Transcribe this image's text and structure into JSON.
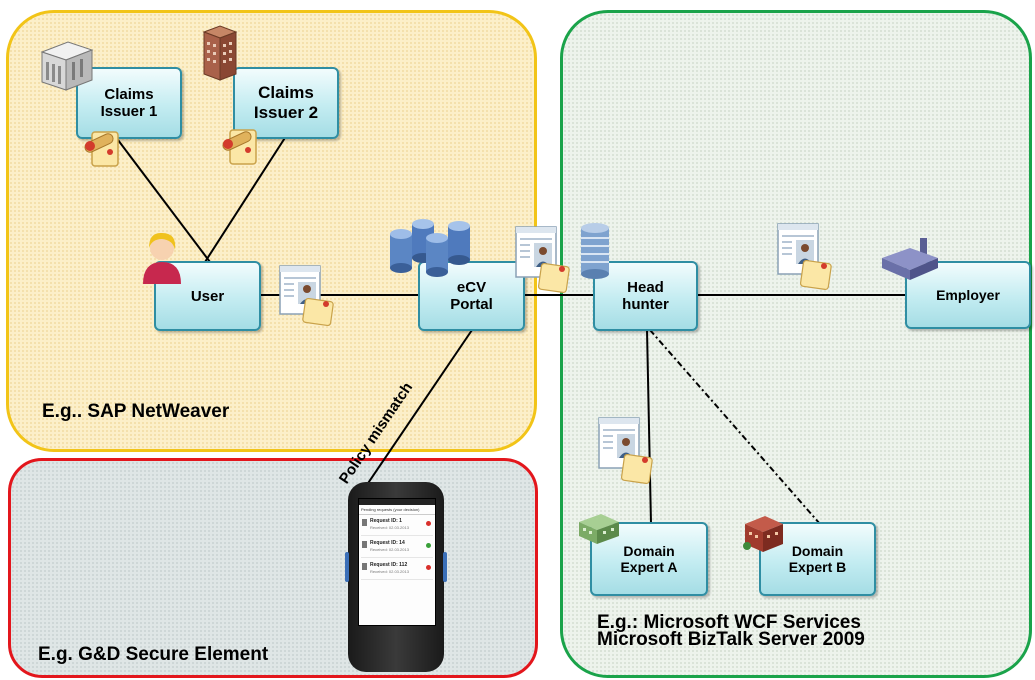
{
  "regions": {
    "sap": {
      "label": "E.g.. SAP NetWeaver"
    },
    "gd": {
      "label": "E.g. G&D Secure Element"
    },
    "ms": {
      "label_line1": "E.g.: Microsoft WCF Services",
      "label_line2": "Microsoft BizTalk Server 2009"
    }
  },
  "nodes": {
    "claims_issuer_1": {
      "line1": "Claims",
      "line2": "Issuer 1"
    },
    "claims_issuer_2": {
      "line1": "Claims",
      "line2": "Issuer 2"
    },
    "user": {
      "label": "User"
    },
    "ecv_portal": {
      "line1": "eCV",
      "line2": "Portal"
    },
    "head_hunter": {
      "line1": "Head",
      "line2": "hunter"
    },
    "employer": {
      "label": "Employer"
    },
    "domain_expert_a": {
      "line1": "Domain",
      "line2": "Expert A"
    },
    "domain_expert_b": {
      "line1": "Domain",
      "line2": "Expert B"
    }
  },
  "connections": {
    "policy_mismatch_label": "Policy mismatch"
  },
  "phone": {
    "header": "Pending requests (your decision)",
    "requests": [
      {
        "title": "Request ID: 1",
        "date": "Received: 02.03.2013",
        "status_color": "#d9302c"
      },
      {
        "title": "Request ID: 14",
        "date": "Received: 02.03.2013",
        "status_color": "#3aa03a"
      },
      {
        "title": "Request ID: 112",
        "date": "Received: 02.03.2013",
        "status_color": "#d9302c"
      }
    ]
  },
  "icons": {
    "issuer1": "bank-building-icon",
    "issuer2": "office-tower-icon",
    "user": "user-avatar-icon",
    "portal": "database-cluster-icon",
    "headhunter": "server-tower-icon",
    "employer": "factory-icon",
    "expert_a": "green-building-icon",
    "expert_b": "red-building-icon",
    "credential": "certificate-scroll-icon",
    "cv": "cv-document-icon"
  }
}
